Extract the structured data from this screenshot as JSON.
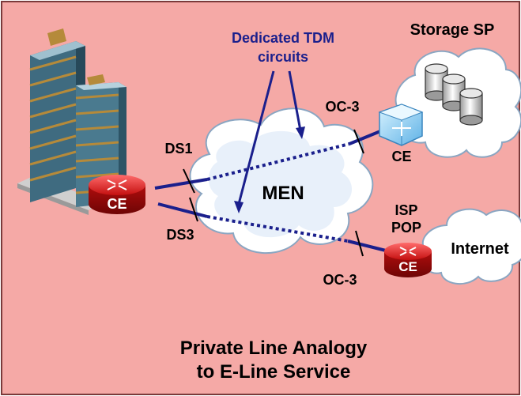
{
  "callout": {
    "line1": "Dedicated TDM",
    "line2": "circuits"
  },
  "storage_label": "Storage SP",
  "men_label": "MEN",
  "internet_label": "Internet",
  "isp_pop": {
    "line1": "ISP",
    "line2": "POP"
  },
  "links": {
    "ds1": "DS1",
    "ds3": "DS3",
    "oc3_top": "OC-3",
    "oc3_bottom": "OC-3"
  },
  "routers": {
    "left": "CE",
    "isp": "CE"
  },
  "storage_ce_label": "CE",
  "caption": {
    "line1": "Private Line Analogy",
    "line2": "to E-Line Service"
  },
  "colors": {
    "background": "#f5a9a6",
    "link": "#1a1f8c",
    "callout_text": "#1a1f8c",
    "router": "#c41010",
    "text": "#000000"
  }
}
